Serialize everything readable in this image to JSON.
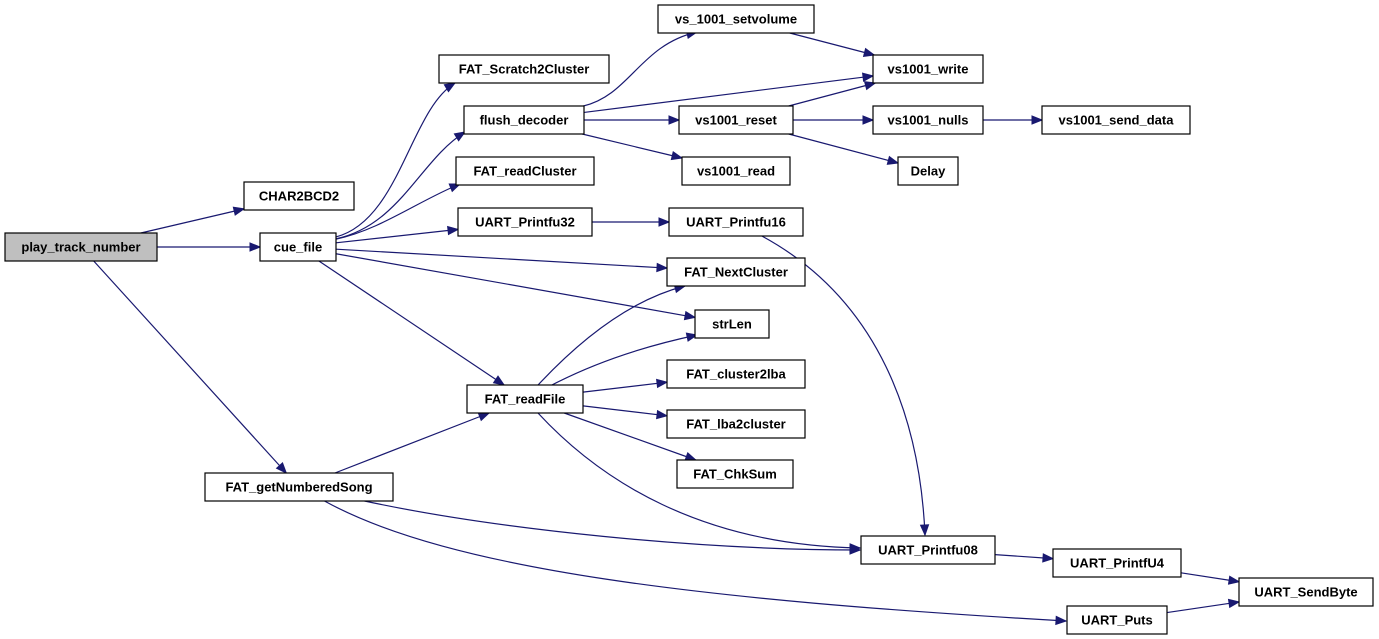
{
  "graph": {
    "nodes": {
      "play_track_number": "play_track_number",
      "CHAR2BCD2": "CHAR2BCD2",
      "cue_file": "cue_file",
      "FAT_getNumberedSong": "FAT_getNumberedSong",
      "FAT_Scratch2Cluster": "FAT_Scratch2Cluster",
      "flush_decoder": "flush_decoder",
      "FAT_readCluster": "FAT_readCluster",
      "UART_Printfu32": "UART_Printfu32",
      "FAT_readFile": "FAT_readFile",
      "vs_1001_setvolume": "vs_1001_setvolume",
      "vs1001_reset": "vs1001_reset",
      "vs1001_read": "vs1001_read",
      "UART_Printfu16": "UART_Printfu16",
      "FAT_NextCluster": "FAT_NextCluster",
      "strLen": "strLen",
      "FAT_cluster2lba": "FAT_cluster2lba",
      "FAT_lba2cluster": "FAT_lba2cluster",
      "FAT_ChkSum": "FAT_ChkSum",
      "vs1001_write": "vs1001_write",
      "vs1001_nulls": "vs1001_nulls",
      "Delay": "Delay",
      "UART_Printfu08": "UART_Printfu08",
      "UART_Puts": "UART_Puts",
      "vs1001_send_data": "vs1001_send_data",
      "UART_PrintfU4": "UART_PrintfU4",
      "UART_SendByte": "UART_SendByte"
    },
    "edges": [
      [
        "play_track_number",
        "CHAR2BCD2"
      ],
      [
        "play_track_number",
        "cue_file"
      ],
      [
        "play_track_number",
        "FAT_getNumberedSong"
      ],
      [
        "cue_file",
        "FAT_Scratch2Cluster"
      ],
      [
        "cue_file",
        "flush_decoder"
      ],
      [
        "cue_file",
        "FAT_readCluster"
      ],
      [
        "cue_file",
        "UART_Printfu32"
      ],
      [
        "cue_file",
        "FAT_NextCluster"
      ],
      [
        "cue_file",
        "strLen"
      ],
      [
        "cue_file",
        "FAT_readFile"
      ],
      [
        "flush_decoder",
        "vs_1001_setvolume"
      ],
      [
        "flush_decoder",
        "vs1001_write"
      ],
      [
        "flush_decoder",
        "vs1001_reset"
      ],
      [
        "flush_decoder",
        "vs1001_read"
      ],
      [
        "vs_1001_setvolume",
        "vs1001_write"
      ],
      [
        "vs1001_reset",
        "vs1001_write"
      ],
      [
        "vs1001_reset",
        "vs1001_nulls"
      ],
      [
        "vs1001_reset",
        "Delay"
      ],
      [
        "vs1001_nulls",
        "vs1001_send_data"
      ],
      [
        "UART_Printfu32",
        "UART_Printfu16"
      ],
      [
        "UART_Printfu16",
        "UART_Printfu08"
      ],
      [
        "FAT_readFile",
        "FAT_NextCluster"
      ],
      [
        "FAT_readFile",
        "strLen"
      ],
      [
        "FAT_readFile",
        "FAT_cluster2lba"
      ],
      [
        "FAT_readFile",
        "FAT_lba2cluster"
      ],
      [
        "FAT_readFile",
        "FAT_ChkSum"
      ],
      [
        "FAT_readFile",
        "UART_Printfu08"
      ],
      [
        "FAT_getNumberedSong",
        "FAT_readFile"
      ],
      [
        "FAT_getNumberedSong",
        "UART_Printfu08"
      ],
      [
        "FAT_getNumberedSong",
        "UART_Puts"
      ],
      [
        "UART_Printfu08",
        "UART_PrintfU4"
      ],
      [
        "UART_PrintfU4",
        "UART_SendByte"
      ],
      [
        "UART_Puts",
        "UART_SendByte"
      ]
    ]
  },
  "colors": {
    "edge": "#191970",
    "root_fill": "#bfbfbf",
    "node_fill": "#ffffff",
    "node_border": "#000000"
  }
}
